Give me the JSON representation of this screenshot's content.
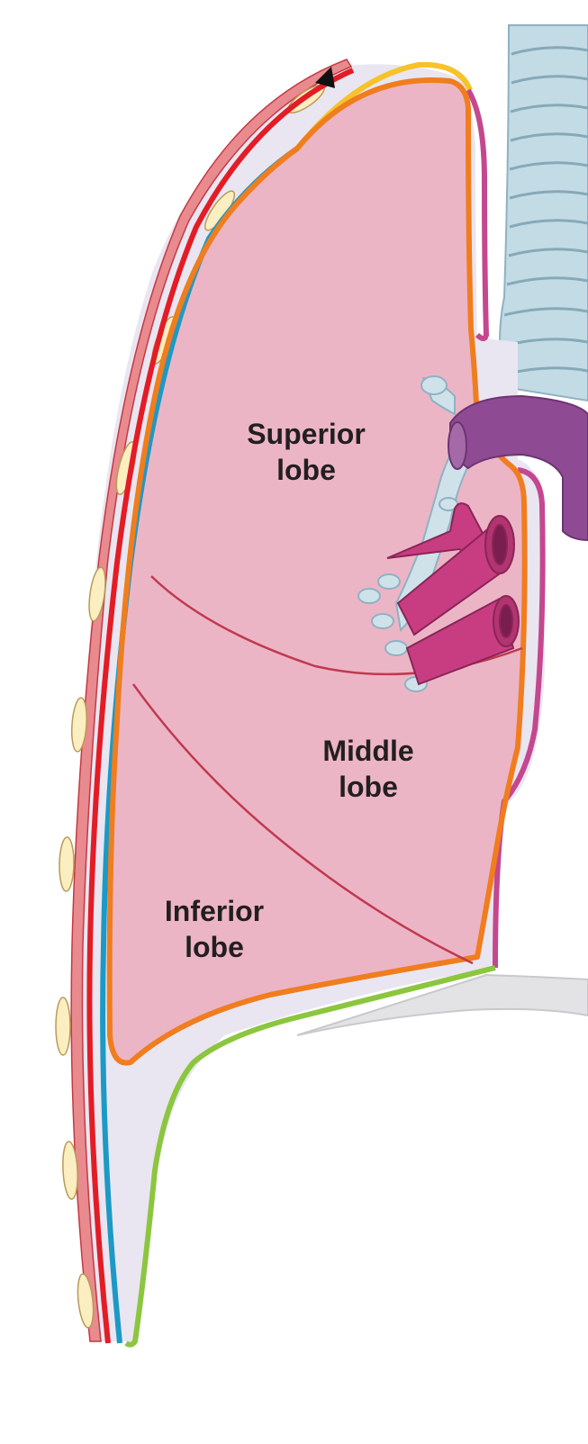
{
  "labels": {
    "superior": {
      "line1": "Superior",
      "line2": "lobe"
    },
    "middle": {
      "line1": "Middle",
      "line2": "lobe"
    },
    "inferior": {
      "line1": "Inferior",
      "line2": "lobe"
    }
  },
  "colors": {
    "lung": "#ecb5c6",
    "pleural_cavity": "#e9e6f1",
    "visceral_pleura": "#f07d1e",
    "parietal_costal": "#1d99c6",
    "parietal_cervical": "#f7c22a",
    "parietal_mediastinal": "#c4478f",
    "parietal_diaphragmatic": "#8cc63f",
    "chest_wall": "#e31c25",
    "fissure": "#c0394f",
    "trachea": "#c3dbe5",
    "pulmonary_vessels": "#c83d82",
    "aorta": "#8e4b93",
    "rib": "#fbeec0"
  },
  "icons": {
    "apex_marker": "triangle-pointer-icon"
  }
}
